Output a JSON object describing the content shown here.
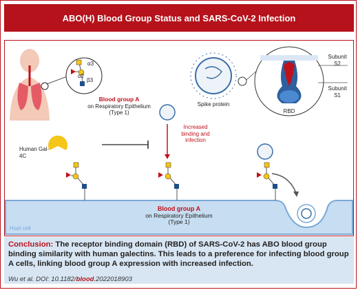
{
  "header": {
    "title": "ABO(H) Blood Group Status and SARS-CoV-2 Infection"
  },
  "top": {
    "bloodgroup_title": "Blood group A",
    "bloodgroup_sub1": "on Respiratory Epithelium",
    "bloodgroup_sub2": "(Type 1)",
    "link_a3": "α3",
    "link_a2": "α2",
    "link_b3": "β3",
    "spike_label": "Spike protein",
    "subunit_s2": "Subunit\nS2",
    "subunit_s1": "Subunit\nS1",
    "rbd_label": "RBD"
  },
  "middle": {
    "gal_label": "Human Gal-4C",
    "increase_label": "Increased\nbinding and\ninfection"
  },
  "membrane": {
    "bloodgroup_title": "Blood group A",
    "sub1": "on Respiratory Epithelium",
    "sub2": "(Type 1)",
    "host_cell": "Host cell"
  },
  "conclusion": {
    "lead": "Conclusion:",
    "text": "The receptor binding domain (RBD) of SARS-CoV-2 has ABO blood group binding similarity with human galectins. This leads to a preference for infecting blood group A cells, linking blood group A expression with increased infection."
  },
  "citation": {
    "prefix": "Wu et al. DOI: 10.1182/",
    "journal": "blood",
    "suffix": ".2022018903"
  },
  "colors": {
    "brand": "#b5121b",
    "membrane": "#9fc4e6",
    "panel_bg": "#d8e6f3",
    "galectin": "#f5c518",
    "virus": "#3a6ea5"
  }
}
